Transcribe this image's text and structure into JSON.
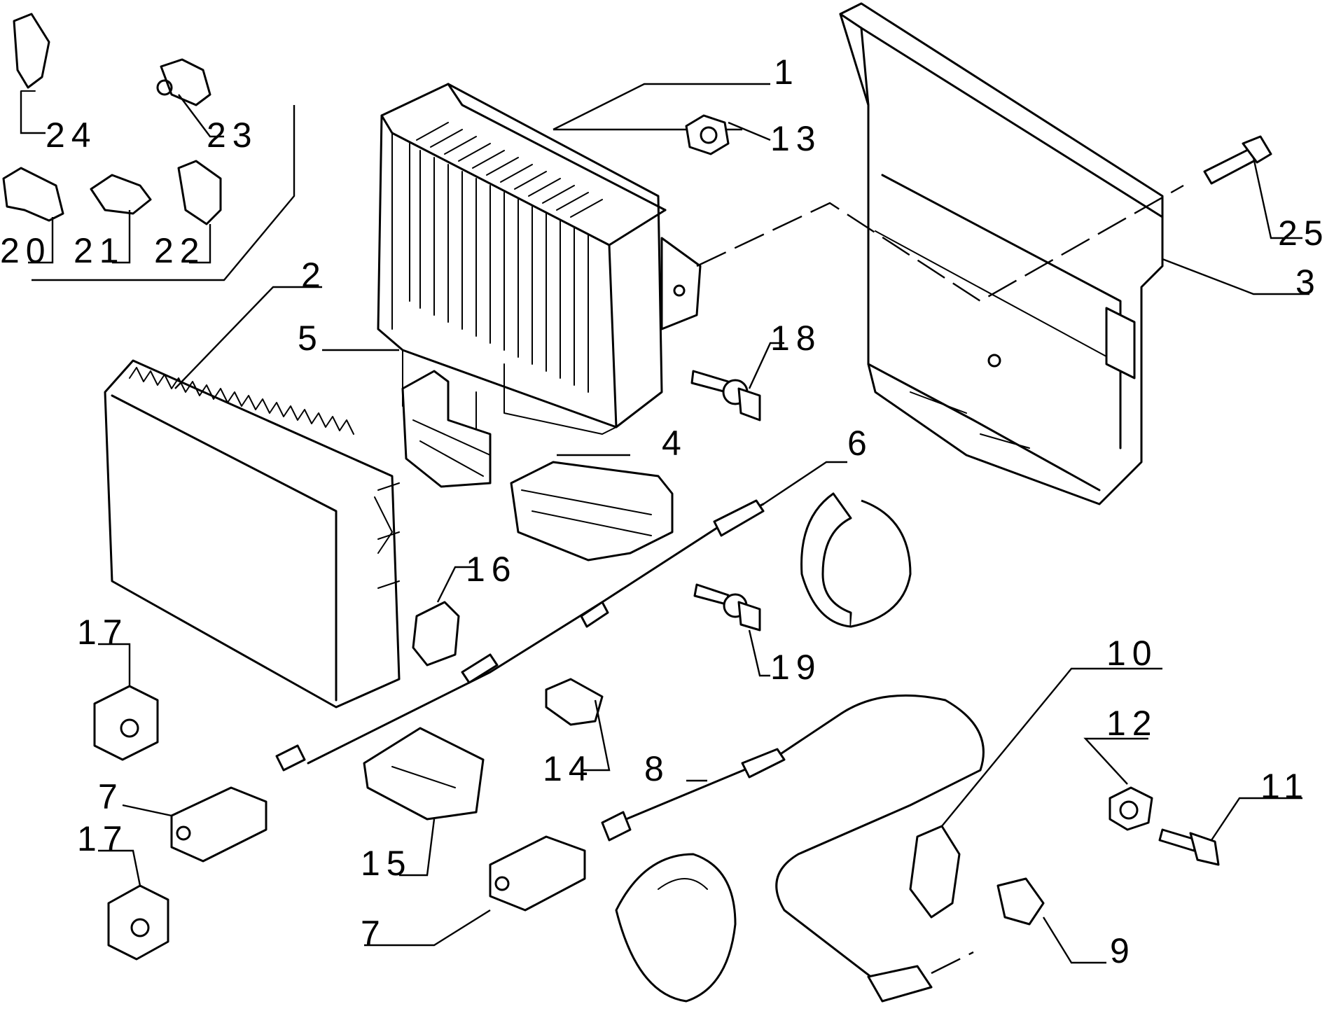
{
  "diagram": {
    "background": "#ffffff",
    "line_color": "#000000",
    "callouts": [
      {
        "id": "1",
        "label": "1"
      },
      {
        "id": "2",
        "label": "2"
      },
      {
        "id": "3",
        "label": "3"
      },
      {
        "id": "4",
        "label": "4"
      },
      {
        "id": "5",
        "label": "5"
      },
      {
        "id": "6",
        "label": "6"
      },
      {
        "id": "7a",
        "label": "7"
      },
      {
        "id": "7b",
        "label": "7"
      },
      {
        "id": "8",
        "label": "8"
      },
      {
        "id": "9",
        "label": "9"
      },
      {
        "id": "10",
        "label": "10"
      },
      {
        "id": "11",
        "label": "11"
      },
      {
        "id": "12",
        "label": "12"
      },
      {
        "id": "13",
        "label": "13"
      },
      {
        "id": "14",
        "label": "14"
      },
      {
        "id": "15",
        "label": "15"
      },
      {
        "id": "16",
        "label": "16"
      },
      {
        "id": "17a",
        "label": "17"
      },
      {
        "id": "17b",
        "label": "17"
      },
      {
        "id": "18",
        "label": "18"
      },
      {
        "id": "19",
        "label": "19"
      },
      {
        "id": "20",
        "label": "20"
      },
      {
        "id": "21",
        "label": "21"
      },
      {
        "id": "22",
        "label": "22"
      },
      {
        "id": "23",
        "label": "23"
      },
      {
        "id": "24",
        "label": "24"
      },
      {
        "id": "25",
        "label": "25"
      }
    ]
  }
}
